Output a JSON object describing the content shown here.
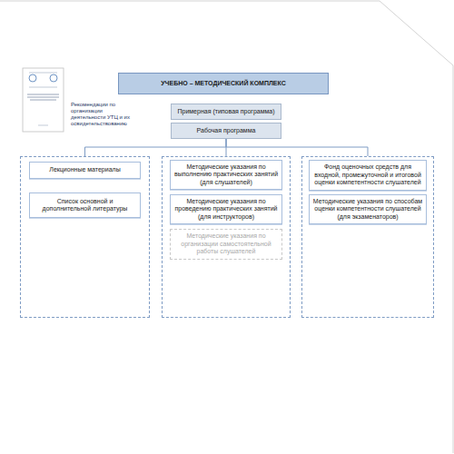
{
  "diagram": {
    "nodes": [
      {
        "text": [
          "УЧЕБНО – МЕТОДИЧЕСКИЙ КОМПЛЕКС"
        ]
      },
      {
        "text": [
          "Примерная (типовая программа)"
        ]
      },
      {
        "text": [
          "Рабочая программа"
        ]
      },
      {
        "text": []
      },
      {
        "text": [
          "Лекционные материалы"
        ],
        "in": 3
      },
      {
        "text": [
          "Список основной и дополнительной литературы"
        ],
        "in": 3
      },
      {
        "text": []
      },
      {
        "text": [
          "Методические указания по выполнению практических занятий (для слушателей)"
        ],
        "in": 6
      },
      {
        "text": [
          "Методические указания по проведению практических занятий (для инструкторов)"
        ],
        "in": 6
      },
      {
        "text": [
          "Методические указания по организации самостоятельной работы слушателей"
        ],
        "in": 6
      },
      {
        "text": []
      },
      {
        "text": [
          "Фонд оценочных средств для входной, промежуточной и итоговой оценки компетентности слушателей"
        ],
        "in": 10
      },
      {
        "text": [
          "Методические указания по способам оценки компетентности слушателей (для экзаменаторов)"
        ],
        "in": 10
      }
    ],
    "edges": [
      {
        "from": 2,
        "to": 3,
        "arrow": "none"
      },
      {
        "from": 2,
        "to": 6,
        "arrow": "none"
      },
      {
        "from": 2,
        "to": 10,
        "arrow": "none"
      }
    ],
    "labels": [
      "Рекомендации по организации деятельности УТЦ и их освидетельствованию"
    ]
  }
}
